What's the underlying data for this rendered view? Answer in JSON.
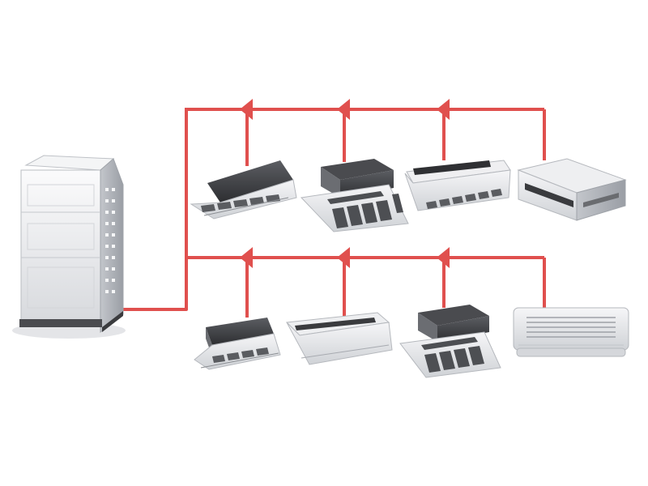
{
  "diagram": {
    "kind": "vrf-multi-split-system",
    "colors": {
      "pipe": "#e0504e",
      "background": "#ffffff",
      "unit_light": "#f2f3f5",
      "unit_mid": "#c9ccd1",
      "unit_dark": "#3a3b3e",
      "grille": "#5a5c60"
    },
    "outdoor_unit": {
      "icon": "outdoor-condenser-unit"
    },
    "branches": [
      {
        "name": "upper-branch",
        "units": [
          {
            "icon": "ceiling-cassette-unit"
          },
          {
            "icon": "four-way-cassette-unit"
          },
          {
            "icon": "ceiling-suspended-unit"
          },
          {
            "icon": "ducted-unit"
          }
        ]
      },
      {
        "name": "lower-branch",
        "units": [
          {
            "icon": "ceiling-cassette-unit"
          },
          {
            "icon": "ceiling-suspended-unit"
          },
          {
            "icon": "four-way-cassette-unit"
          },
          {
            "icon": "wall-mounted-unit"
          }
        ]
      }
    ]
  }
}
